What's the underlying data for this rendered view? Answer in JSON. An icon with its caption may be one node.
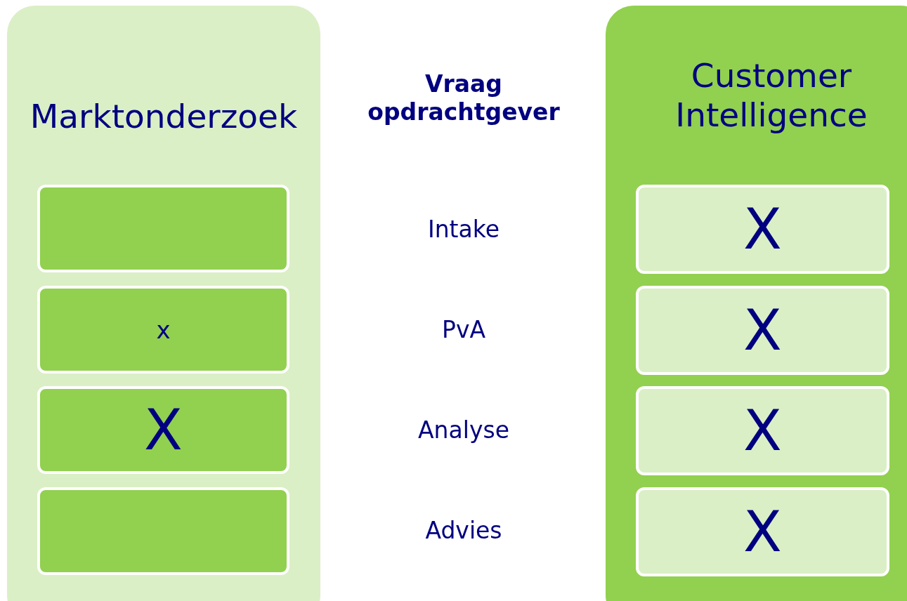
{
  "diagram": {
    "nodes": [
      {
        "text": [
          "Marktonderzoek"
        ]
      },
      {
        "text": [],
        "shape": "box",
        "in": 0
      },
      {
        "text": [
          "x"
        ],
        "in": 0
      },
      {
        "text": [
          "X"
        ],
        "in": 0
      },
      {
        "text": [],
        "shape": "box",
        "in": 0
      },
      {
        "text": [
          "Customer Intelligence"
        ]
      },
      {
        "text": [
          "X"
        ],
        "in": 5
      },
      {
        "text": [
          "X"
        ],
        "in": 5
      },
      {
        "text": [
          "X"
        ],
        "in": 5
      },
      {
        "text": [
          "X"
        ],
        "in": 5
      }
    ],
    "labels": [
      "Vraag opdrachtgever",
      "Intake",
      "PvA",
      "Analyse",
      "Advies"
    ]
  }
}
